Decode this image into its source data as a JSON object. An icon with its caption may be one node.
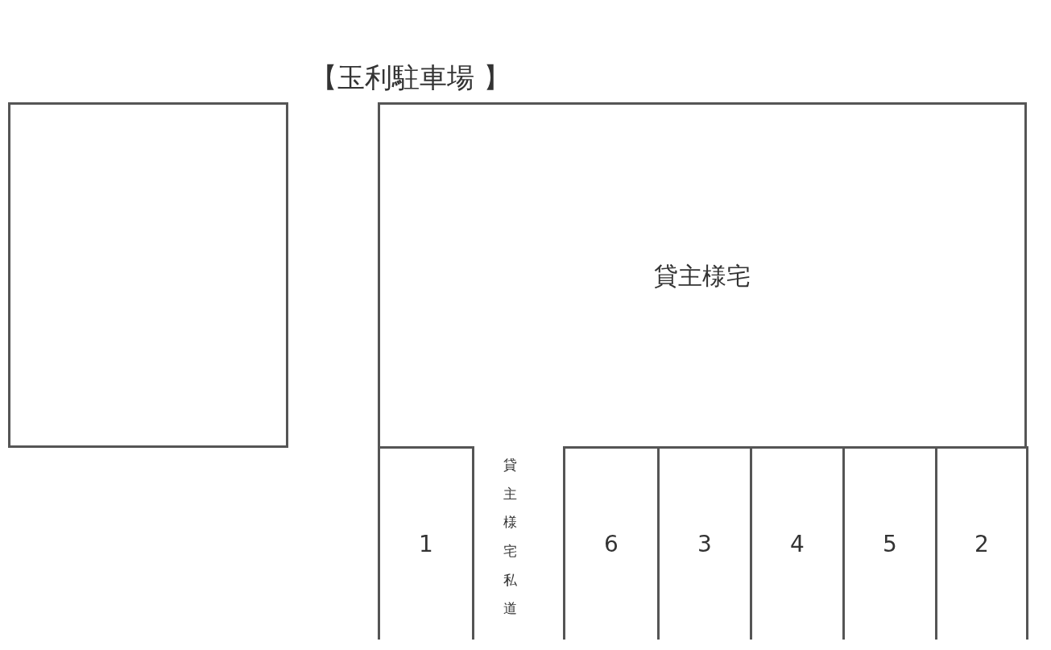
{
  "diagram": {
    "title": "【玉利駐車場 】",
    "nodes": [
      {
        "text": [],
        "shape": "box"
      },
      {
        "text": [
          "貸主様宅"
        ]
      },
      {
        "text": [
          "1"
        ]
      },
      {
        "text": [
          "6"
        ]
      },
      {
        "text": [
          "3"
        ]
      },
      {
        "text": [
          "4"
        ]
      },
      {
        "text": [
          "5"
        ]
      },
      {
        "text": [
          "2"
        ]
      }
    ],
    "labels": [
      "貸主様宅私道"
    ]
  }
}
